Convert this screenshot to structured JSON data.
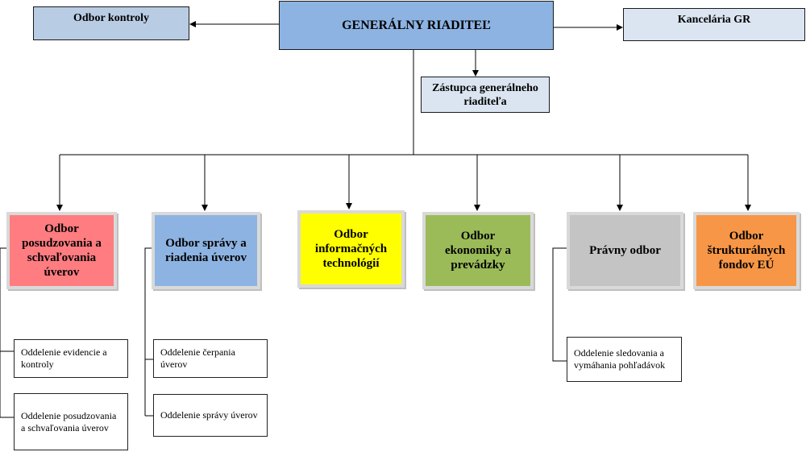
{
  "top": {
    "gr": {
      "label": "GENERÁLNY RIADITEĽ",
      "color": "#8db3e2"
    },
    "kontrola": {
      "label": "Odbor kontroly",
      "color": "#b8cce4"
    },
    "kancelaria": {
      "label": "Kancelária GR",
      "color": "#dbe5f1"
    },
    "zastupca": {
      "label": "Zástupca generálneho riaditeľa",
      "color": "#dbe5f1"
    }
  },
  "departments": [
    {
      "label": "Odbor posudzovania a schvaľovania úverov",
      "color": "#ff7c80"
    },
    {
      "label": "Odbor správy a riadenia úverov",
      "color": "#8db3e2"
    },
    {
      "label": "Odbor informačných technológií",
      "color": "#ffff00"
    },
    {
      "label": "Odbor ekonomiky a prevádzky",
      "color": "#9bbb59"
    },
    {
      "label": "Právny odbor",
      "color": "#c4c4c4"
    },
    {
      "label": "Odbor štrukturálnych fondov EÚ",
      "color": "#f79646"
    }
  ],
  "subunits": {
    "posudzovanie": [
      {
        "label": "Oddelenie evidencie a kontroly"
      },
      {
        "label": "Oddelenie posudzovania a schvaľovania úverov"
      }
    ],
    "sprava": [
      {
        "label": "Oddelenie čerpania úverov"
      },
      {
        "label": "Oddelenie správy úverov"
      }
    ],
    "pravny": [
      {
        "label": "Oddelenie sledovania a vymáhania pohľadávok"
      }
    ]
  }
}
